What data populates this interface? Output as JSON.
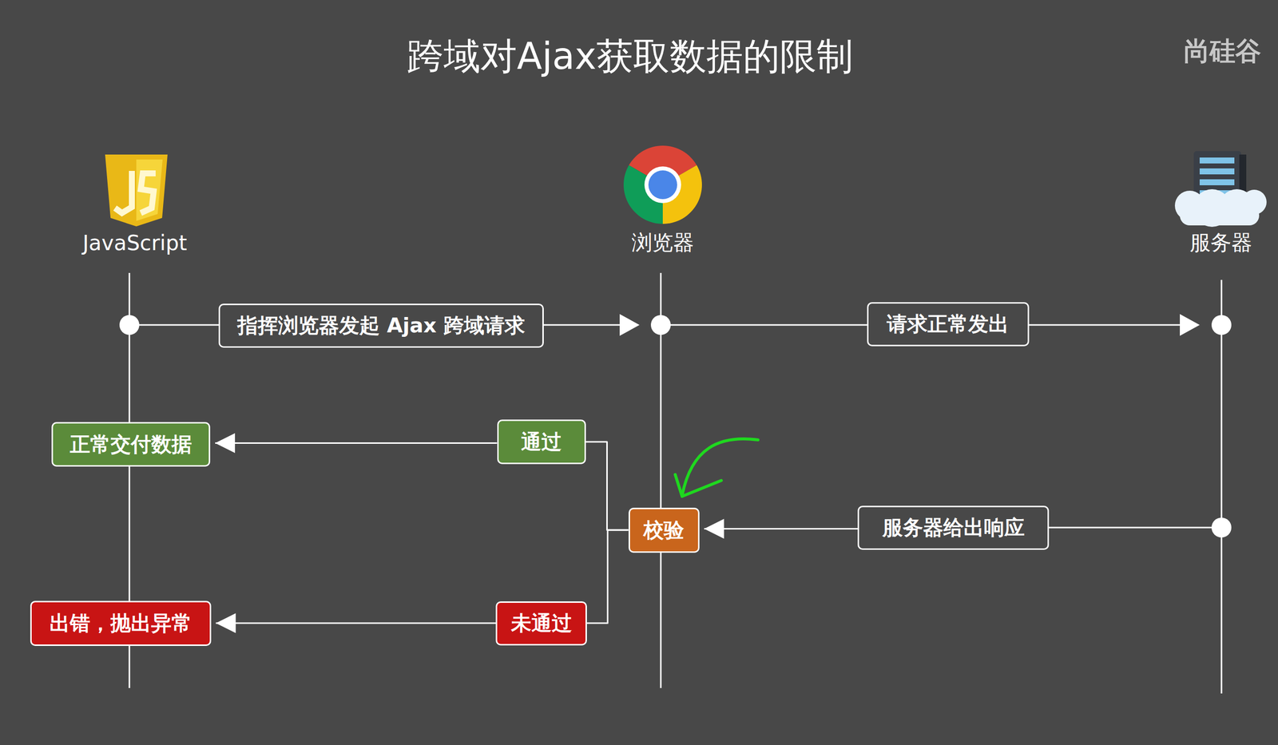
{
  "diagram": {
    "title": "跨域对Ajax获取数据的限制",
    "nodes": [
      {
        "text": [
          "指挥浏览器发起 Ajax 跨域请求"
        ]
      },
      {
        "text": [
          "请求正常发出"
        ]
      },
      {
        "text": [
          "正常交付数据"
        ]
      },
      {
        "text": [
          "通过"
        ]
      },
      {
        "text": [
          "校验"
        ]
      },
      {
        "text": [
          "服务器给出响应"
        ]
      },
      {
        "text": [
          "出错，抛出异常"
        ]
      },
      {
        "text": [
          "未通过"
        ]
      }
    ],
    "edges": [
      {
        "from": 3,
        "to": 2,
        "arrow": "to"
      },
      {
        "from": 4,
        "to": 3,
        "arrow": "none"
      },
      {
        "from": 5,
        "to": 4,
        "arrow": "to"
      },
      {
        "from": 4,
        "to": 7,
        "arrow": "none"
      },
      {
        "from": 7,
        "to": 6,
        "arrow": "to"
      }
    ],
    "labels": [
      "尚硅谷",
      "JavaScript",
      "浏览器",
      "服务器"
    ]
  }
}
